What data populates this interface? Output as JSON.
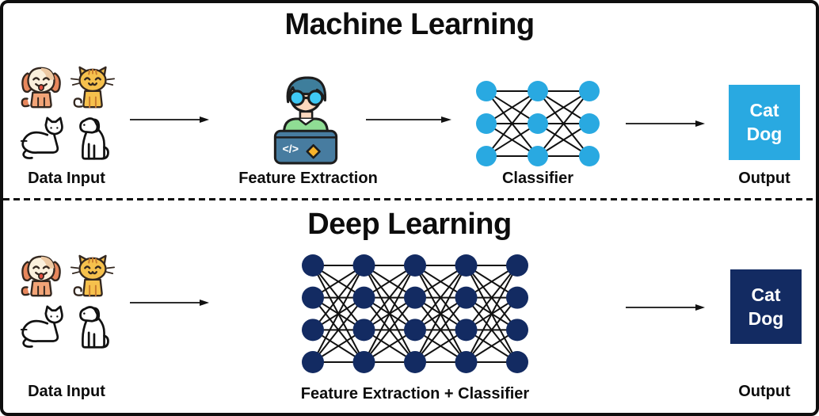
{
  "colors": {
    "ml_accent": "#29A9E1",
    "dl_accent": "#132B62",
    "outline": "#111111",
    "background": "#FFFFFF"
  },
  "ml": {
    "title": "Machine Learning",
    "input_label": "Data Input",
    "feature_label": "Feature Extraction",
    "classifier_label": "Classifier",
    "output_label": "Output",
    "output_classes": {
      "first": "Cat",
      "second": "Dog"
    },
    "network": {
      "layers": 3,
      "nodes_per_layer": 3,
      "node_color": "#29A9E1"
    }
  },
  "dl": {
    "title": "Deep Learning",
    "input_label": "Data Input",
    "combined_label": "Feature Extraction + Classifier",
    "output_label": "Output",
    "output_classes": {
      "first": "Cat",
      "second": "Dog"
    },
    "network": {
      "layers": 5,
      "nodes_per_layer": 4,
      "node_color": "#132B62"
    }
  },
  "icons": {
    "input_set": [
      "dog-color-icon",
      "cat-color-icon",
      "cat-outline-icon",
      "dog-outline-icon"
    ],
    "feature_extraction": "programmer-laptop-icon",
    "flow": "arrow-right-icon"
  }
}
